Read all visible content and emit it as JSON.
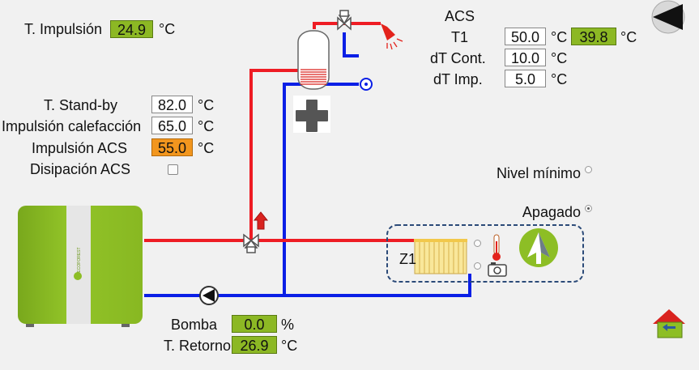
{
  "t_impulsion": {
    "label": "T. Impulsión",
    "value": "24.9",
    "unit": "°C"
  },
  "acs": {
    "title": "ACS",
    "t1": {
      "label": "T1",
      "set": "50.0",
      "unit": "°C",
      "actual": "39.8",
      "unit2": "°C"
    },
    "dt_cont": {
      "label": "dT Cont.",
      "value": "10.0",
      "unit": "°C"
    },
    "dt_imp": {
      "label": "dT Imp.",
      "value": "5.0",
      "unit": "°C"
    }
  },
  "settings": {
    "standby": {
      "label": "T. Stand-by",
      "value": "82.0",
      "unit": "°C"
    },
    "impulsion_calefaccion": {
      "label": "Impulsión calefacción",
      "value": "65.0",
      "unit": "°C"
    },
    "impulsion_acs": {
      "label": "Impulsión ACS",
      "value": "55.0",
      "unit": "°C"
    },
    "disipacion_acs": {
      "label": "Disipación ACS"
    }
  },
  "modes": {
    "nivel_minimo": {
      "label": "Nivel mínimo"
    },
    "apagado": {
      "label": "Apagado",
      "selected": true
    }
  },
  "zone": {
    "label": "Z1"
  },
  "bomba": {
    "label": "Bomba",
    "value": "0.0",
    "unit": "%"
  },
  "t_retorno": {
    "label": "T. Retorno",
    "value": "26.9",
    "unit": "°C"
  },
  "boiler_brand": "ECOFOREST",
  "icons": {
    "back": "back-arrow-icon",
    "home": "home-icon",
    "tank_heater": "plus-heater-icon",
    "shower": "shower-icon",
    "thermometer": "thermometer-icon",
    "eco": "eco-logo-icon",
    "camera": "camera-icon"
  },
  "colors": {
    "hot_pipe": "#ee1c24",
    "cold_pipe": "#0a1fe6",
    "display_green": "#8cb824",
    "display_orange": "#f2961e",
    "boiler_green": "#8dbe25"
  }
}
